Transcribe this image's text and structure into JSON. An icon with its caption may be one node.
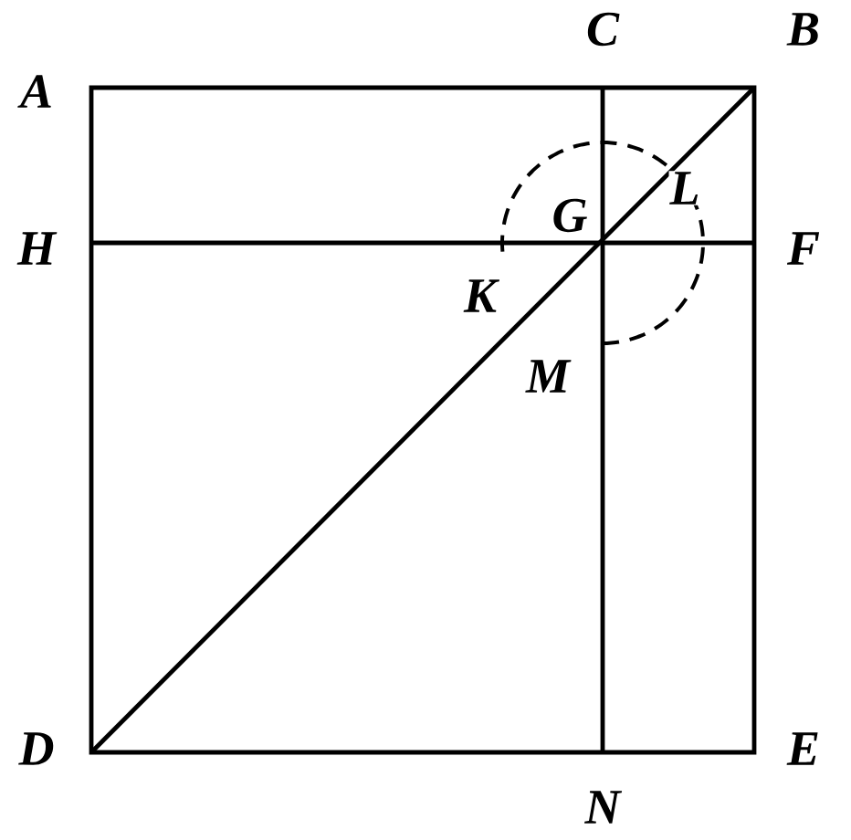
{
  "diagram": {
    "labels": [
      "A",
      "C",
      "B",
      "H",
      "G",
      "L",
      "F",
      "K",
      "M",
      "D",
      "N",
      "E"
    ]
  }
}
